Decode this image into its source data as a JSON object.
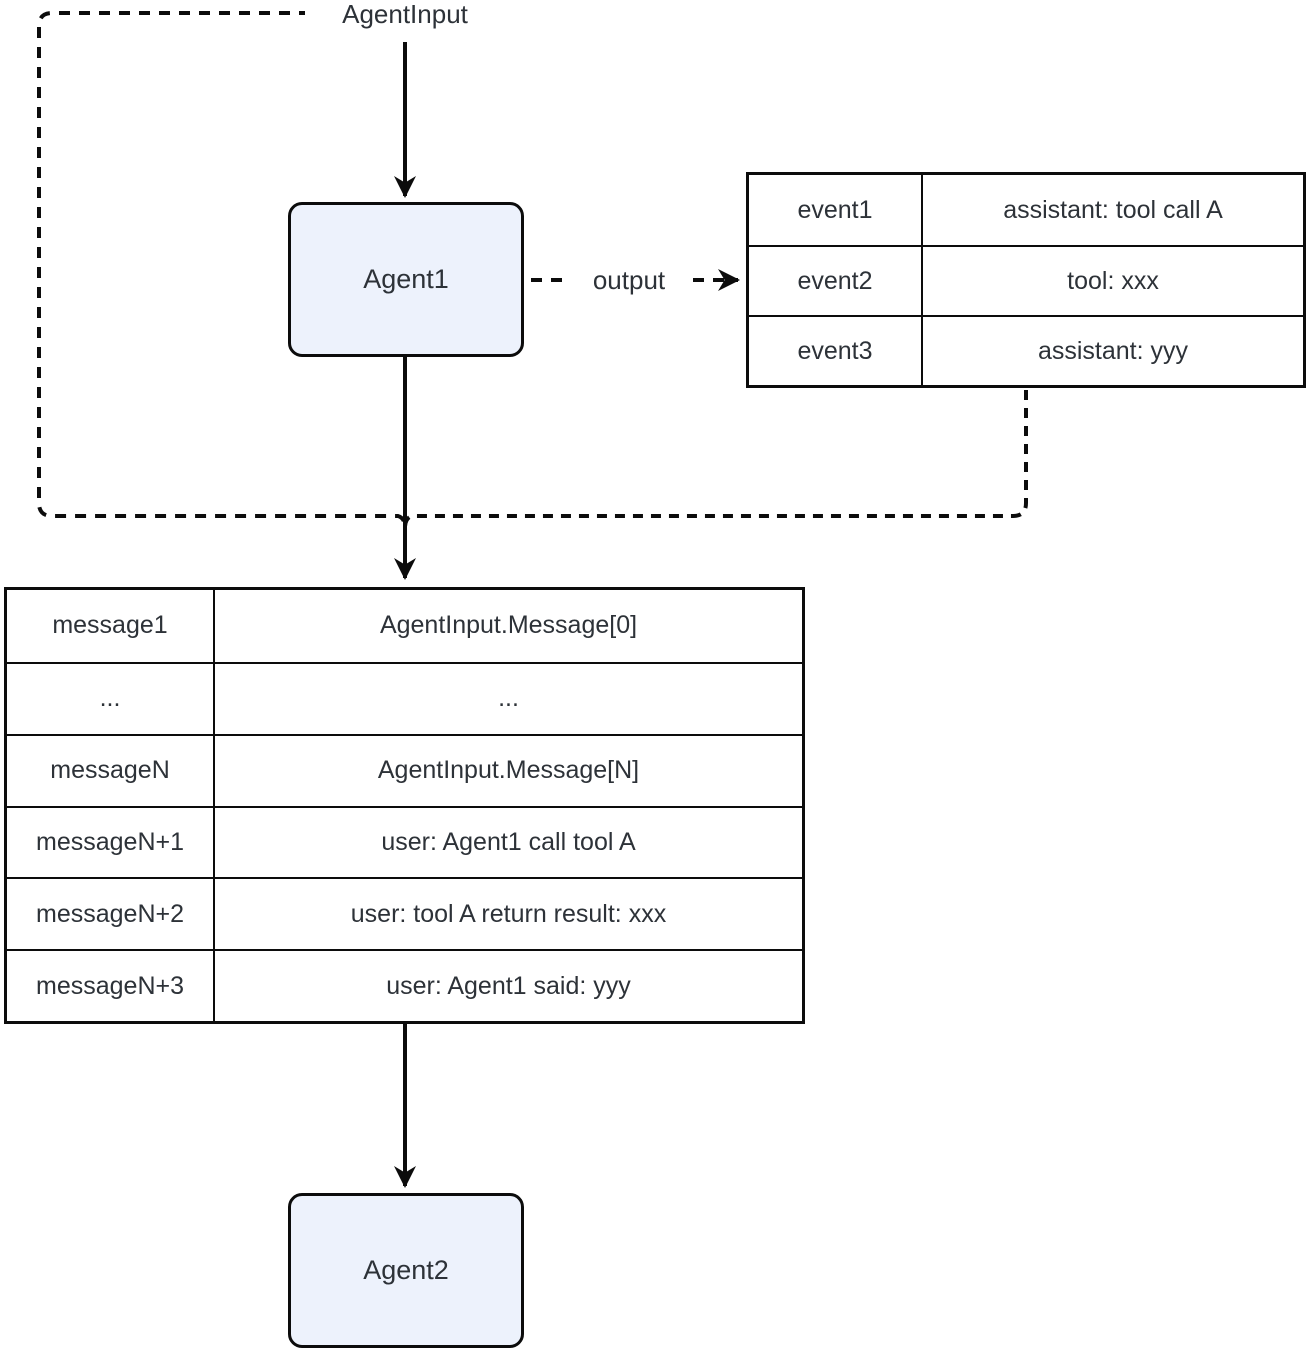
{
  "diagram": {
    "agent_input_label": "AgentInput",
    "output_label": "output",
    "agent1_label": "Agent1",
    "agent2_label": "Agent2"
  },
  "event_table": {
    "rows": [
      {
        "key": "event1",
        "value": "assistant: tool call A"
      },
      {
        "key": "event2",
        "value": "tool: xxx"
      },
      {
        "key": "event3",
        "value": "assistant: yyy"
      }
    ]
  },
  "message_table": {
    "rows": [
      {
        "key": "message1",
        "value": "AgentInput.Message[0]"
      },
      {
        "key": "...",
        "value": "..."
      },
      {
        "key": "messageN",
        "value": "AgentInput.Message[N]"
      },
      {
        "key": "messageN+1",
        "value": "user: Agent1 call tool A"
      },
      {
        "key": "messageN+2",
        "value": "user: tool A return result: xxx"
      },
      {
        "key": "messageN+3",
        "value": "user: Agent1 said: yyy"
      }
    ]
  },
  "colors": {
    "node_fill": "#edf2fc",
    "node_border": "#0c0c0c",
    "line": "#0c0c0c",
    "text": "#2d3238"
  }
}
